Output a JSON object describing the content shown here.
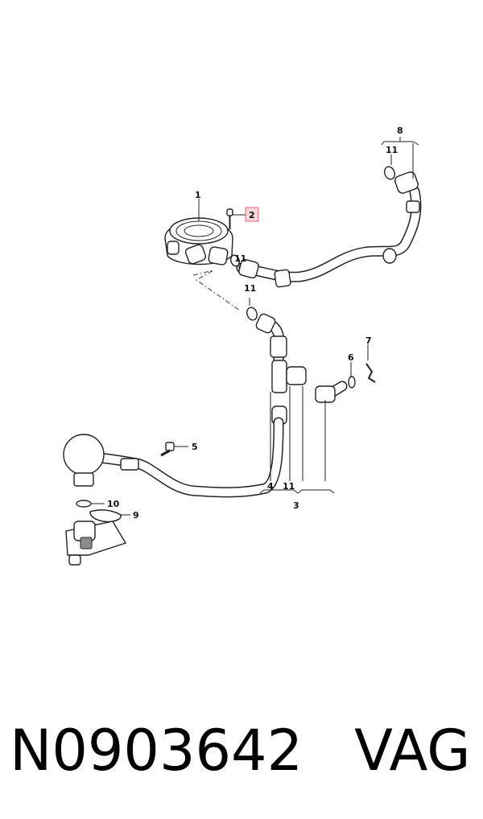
{
  "diagram": {
    "labels": {
      "p1": "1",
      "p2": "2",
      "p3": "3",
      "p4": "4",
      "p5": "5",
      "p6": "6",
      "p7": "7",
      "p8": "8",
      "p9": "9",
      "p10": "10",
      "p11a": "11",
      "p11b": "11",
      "p11c": "11",
      "p11d": "11"
    },
    "highlight_color": "#e0607a"
  },
  "caption": {
    "part_number": "N0903642",
    "brand": "VAG"
  }
}
